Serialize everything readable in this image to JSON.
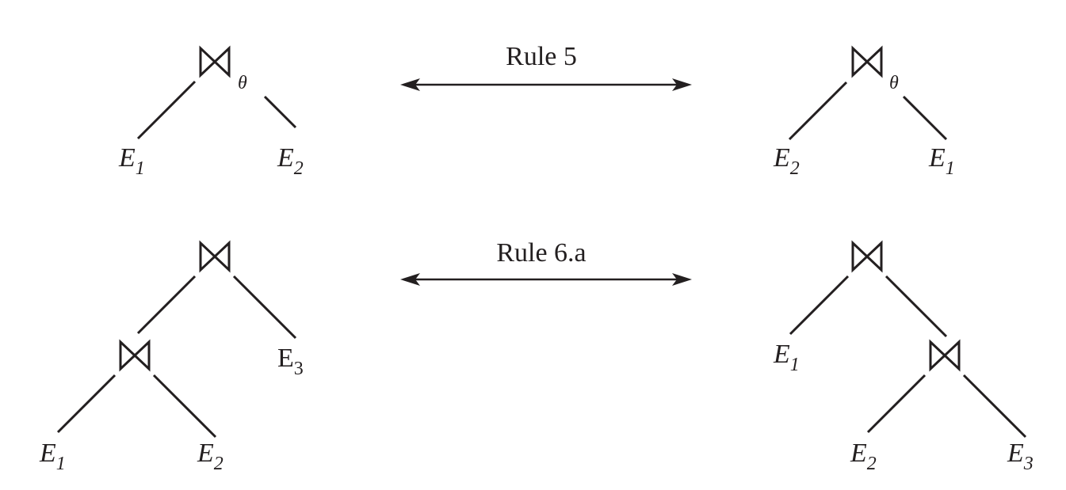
{
  "rules": [
    {
      "label": "Rule 5"
    },
    {
      "label": "Rule 6.a"
    }
  ],
  "rule5": {
    "left": {
      "join": "⋈",
      "condition": "θ",
      "left_leaf": {
        "base": "E",
        "sub": "1"
      },
      "right_leaf": {
        "base": "E",
        "sub": "2"
      }
    },
    "right": {
      "join": "⋈",
      "condition": "θ",
      "left_leaf": {
        "base": "E",
        "sub": "2"
      },
      "right_leaf": {
        "base": "E",
        "sub": "1"
      }
    }
  },
  "rule6a": {
    "left": {
      "root_join": "⋈",
      "inner_join": "⋈",
      "leaf_a": {
        "base": "E",
        "sub": "1"
      },
      "leaf_b": {
        "base": "E",
        "sub": "2"
      },
      "leaf_c": {
        "base": "E",
        "sub": "3"
      }
    },
    "right": {
      "root_join": "⋈",
      "inner_join": "⋈",
      "leaf_a": {
        "base": "E",
        "sub": "1"
      },
      "leaf_b": {
        "base": "E",
        "sub": "2"
      },
      "leaf_c": {
        "base": "E",
        "sub": "3"
      }
    }
  },
  "colors": {
    "ink": "#231f20",
    "background": "#ffffff"
  }
}
